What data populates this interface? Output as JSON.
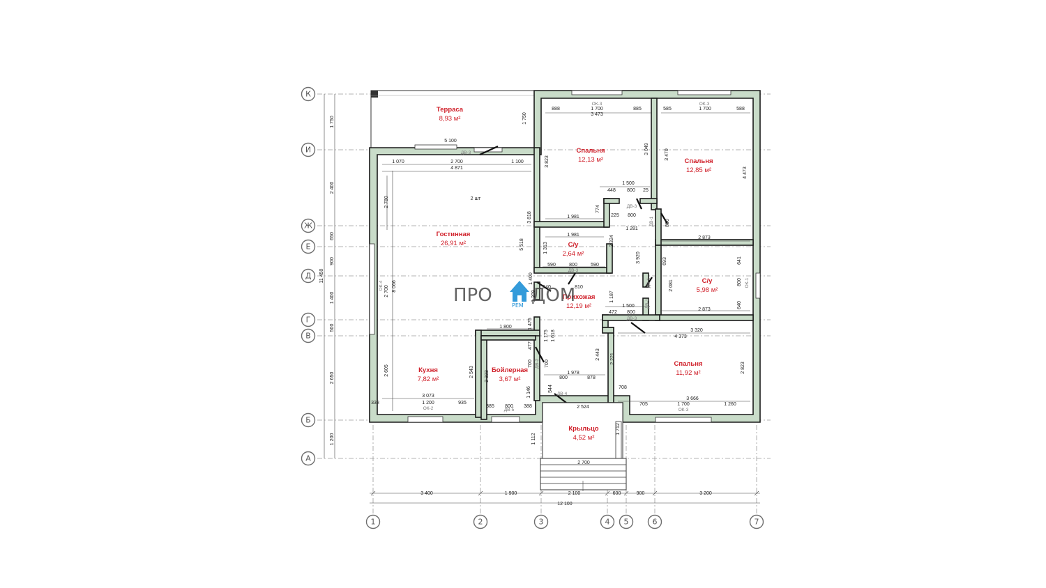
{
  "logo": {
    "left": "ПРО",
    "right": "ДОМ",
    "sub": "РЕМ",
    "icon": "house-icon",
    "accent": "#1e90d6"
  },
  "colors": {
    "wall_fill": "#c9dcc9",
    "room_label": "#d0202a"
  },
  "grid_rows": [
    "К",
    "И",
    "Ж",
    "Е",
    "Д",
    "Г",
    "В",
    "Б",
    "А"
  ],
  "grid_cols": [
    "1",
    "2",
    "3",
    "4",
    "5",
    "6",
    "7"
  ],
  "rooms": [
    {
      "name": "Терраса",
      "area": "8,93 м²"
    },
    {
      "name": "Спальня",
      "area": "12,13 м²"
    },
    {
      "name": "Спальня",
      "area": "12,85 м²"
    },
    {
      "name": "Гостинная",
      "area": "26,91 м²"
    },
    {
      "name": "С/у",
      "area": "2,64 м²"
    },
    {
      "name": "С/у",
      "area": "5,98 м²"
    },
    {
      "name": "Прихожая",
      "area": "12,19 м²"
    },
    {
      "name": "Кухня",
      "area": "7,82 м²"
    },
    {
      "name": "Бойлерная",
      "area": "3,67 м²"
    },
    {
      "name": "Спальня",
      "area": "11,92 м²"
    },
    {
      "name": "Крыльцо",
      "area": "4,52 м²"
    }
  ],
  "bottom_dims": [
    "3 400",
    "1 900",
    "2 100",
    "600",
    "900",
    "3 200"
  ],
  "total_width": "12 100",
  "left_dims": [
    "1 750",
    "2 400",
    "650",
    "900",
    "1 400",
    "500",
    "2 650",
    "1 200"
  ],
  "total_height": "11 450",
  "porch_width": "2 700",
  "dims": [
    "888",
    "1 700",
    "885",
    "3 473",
    "585",
    "1 700",
    "588",
    "5 100",
    "1 070",
    "2 700",
    "1 100",
    "4 871",
    "1 750",
    "3 823",
    "3 049",
    "3 470",
    "4 473",
    "1 500",
    "448",
    "800",
    "25",
    "1 981",
    "774",
    "225",
    "800",
    "1 281",
    "800",
    "2 873",
    "2 780",
    "3 818",
    "5 518",
    "1 981",
    "1 313",
    "2 324",
    "590",
    "800",
    "590",
    "1 500",
    "693",
    "2 081",
    "641",
    "800",
    "640",
    "2 873",
    "8 066",
    "2 700",
    "1 400",
    "640",
    "810",
    "1 187",
    "1 209",
    "472",
    "800",
    "3 920",
    "3 320",
    "4 373",
    "1 800",
    "1 475",
    "1 175",
    "1 618",
    "477",
    "700",
    "2 543",
    "2 323",
    "2 605",
    "2 443",
    "2 221",
    "2 823",
    "700",
    "1 978",
    "800",
    "878",
    "708",
    "3 666",
    "3 073",
    "1 200",
    "935",
    "338",
    "385",
    "800",
    "388",
    "1 146",
    "544",
    "1 700",
    "705",
    "1 260",
    "2 524",
    "1 112",
    "1 712",
    "2 шт"
  ],
  "tags": [
    "ОК-3",
    "ОК-3",
    "ОК-2",
    "ОК-1",
    "ОК-3",
    "ДВ-1",
    "ДВ-2",
    "ДВ-3",
    "ДВ-3",
    "ДВ-3",
    "ДВ-4",
    "ДВ-5",
    "ДВ-1",
    "ДВ-1",
    "ДВ-3",
    "ОК-4"
  ]
}
